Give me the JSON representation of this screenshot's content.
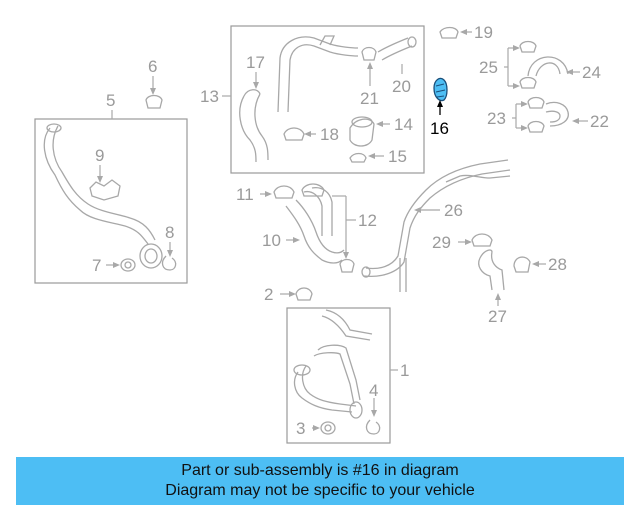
{
  "diagram": {
    "labels": {
      "l1": "1",
      "l2": "2",
      "l3": "3",
      "l4": "4",
      "l5": "5",
      "l6": "6",
      "l7": "7",
      "l8": "8",
      "l9": "9",
      "l10": "10",
      "l11": "11",
      "l12": "12",
      "l13": "13",
      "l14": "14",
      "l15": "15",
      "l16": "16",
      "l17": "17",
      "l18": "18",
      "l19": "19",
      "l20": "20",
      "l21": "21",
      "l22": "22",
      "l23": "23",
      "l24": "24",
      "l25": "25",
      "l26": "26",
      "l27": "27",
      "l28": "28",
      "l29": "29"
    },
    "highlight_part": "16",
    "colors": {
      "highlight": "#4dbef4",
      "lines": "#a8a8a8",
      "text": "#9a9a9a"
    }
  },
  "banner": {
    "line1": "Part or sub-assembly is #16 in diagram",
    "line2": "Diagram may not be specific to your vehicle"
  }
}
